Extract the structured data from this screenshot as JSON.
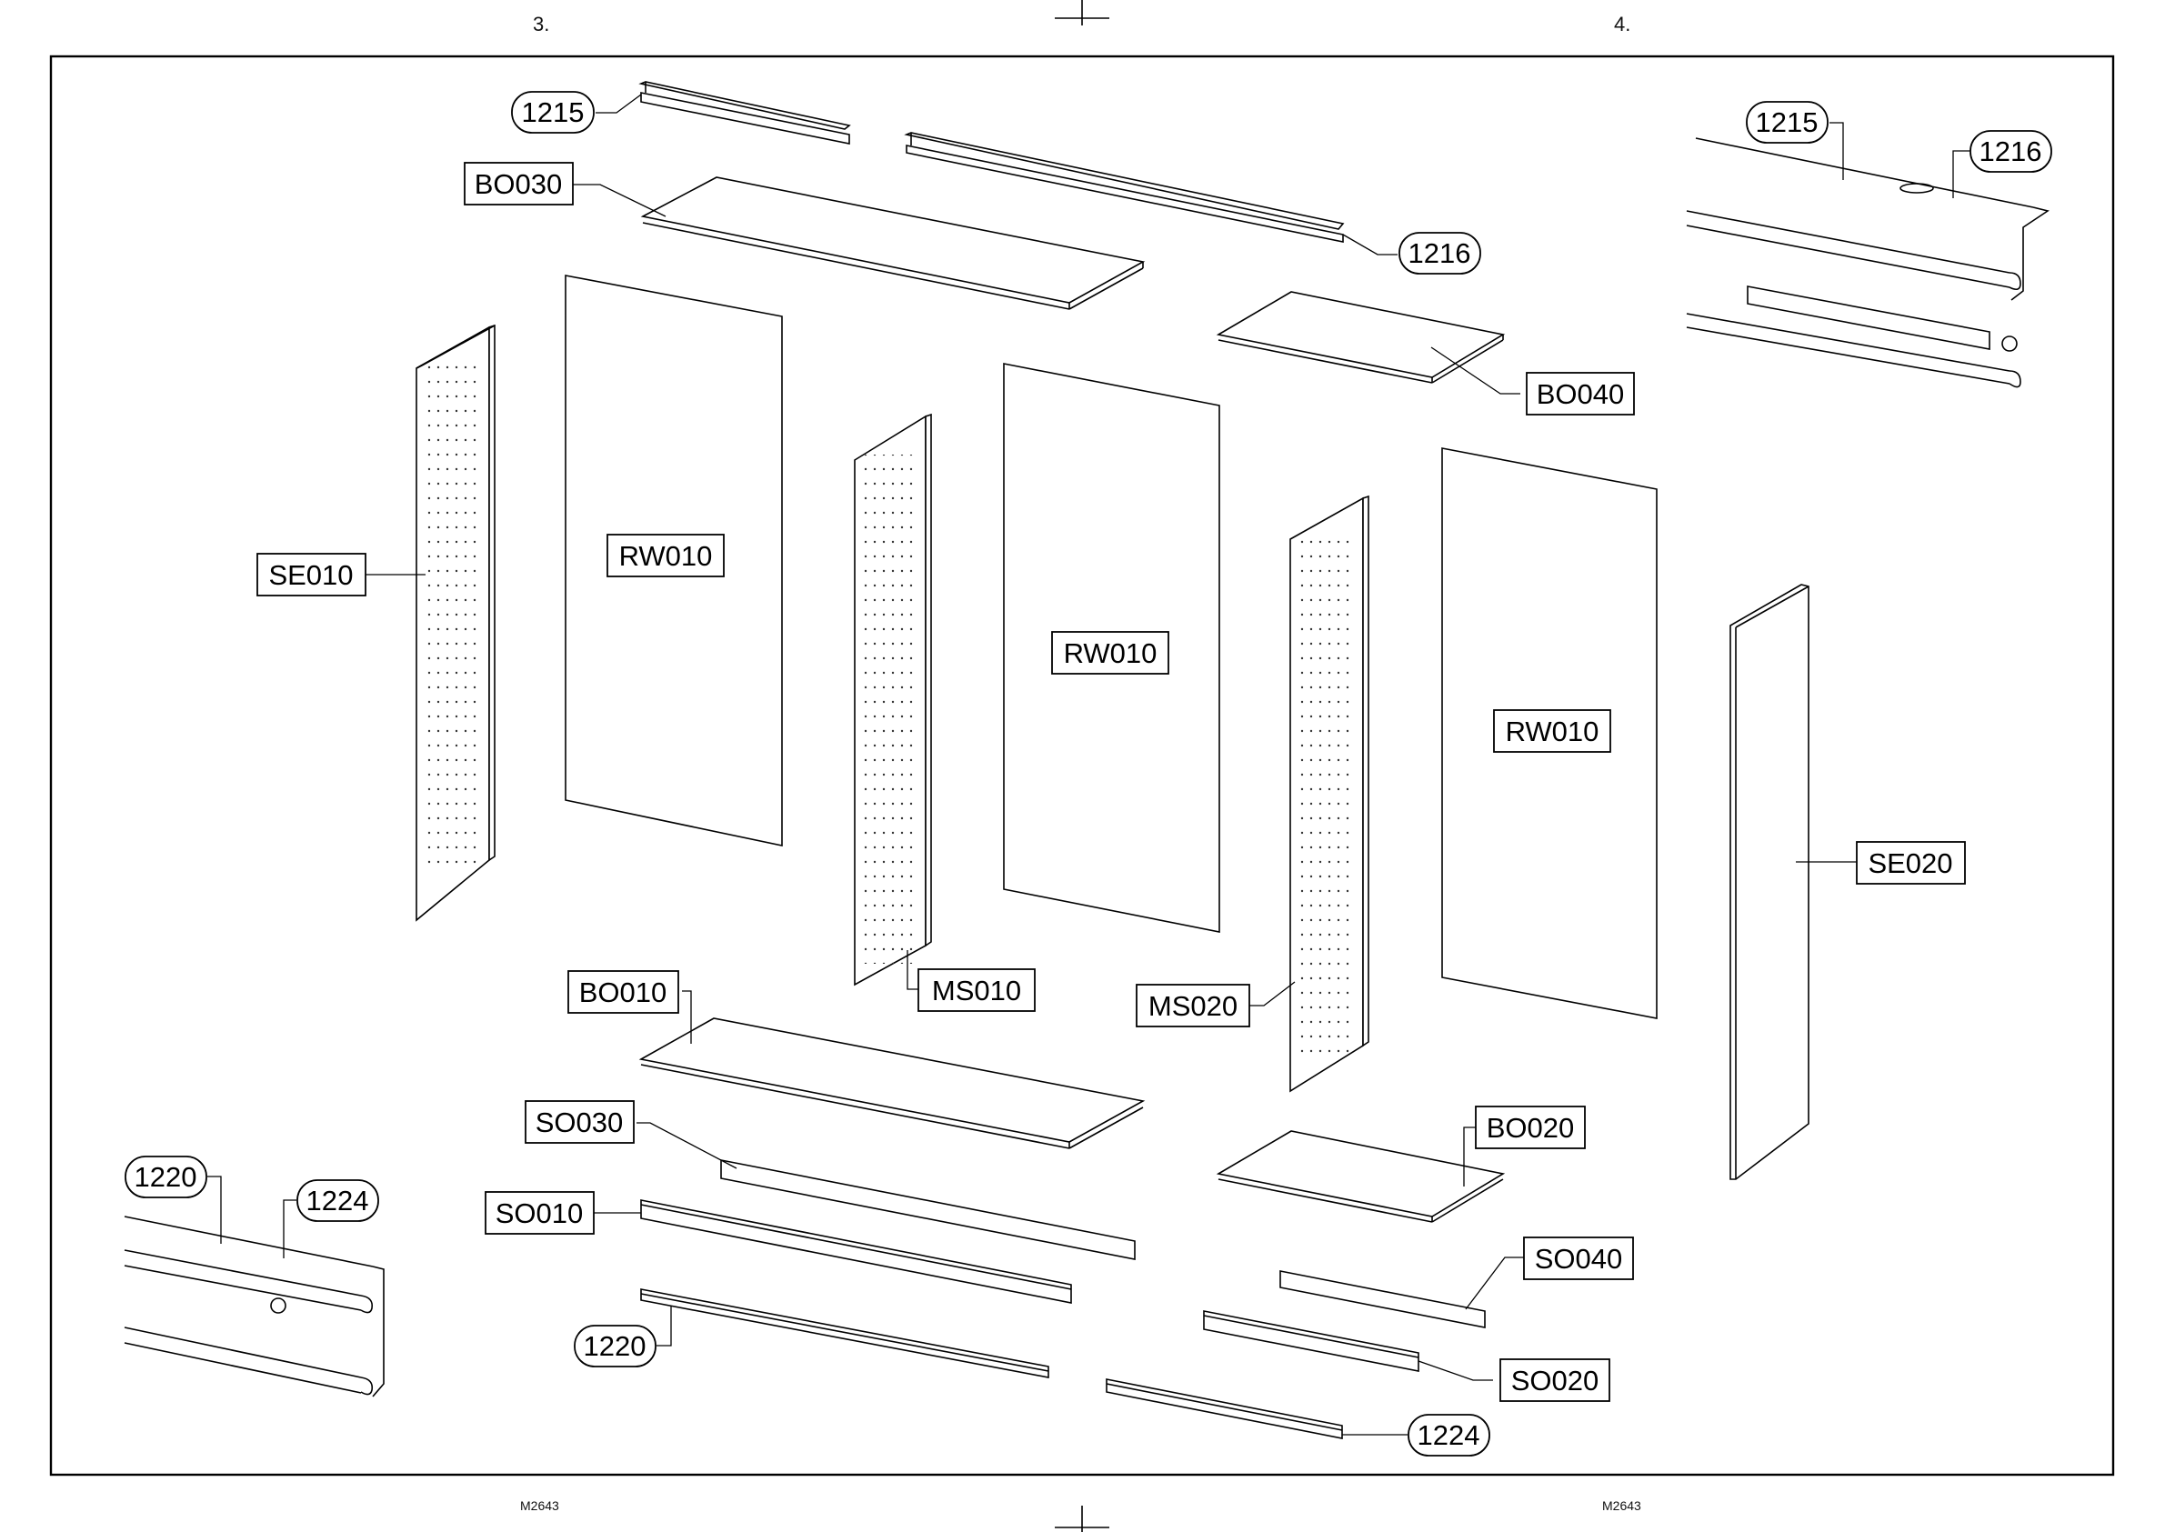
{
  "sheet": {
    "left_page_number": "3.",
    "right_page_number": "4.",
    "left_drawing_code": "M2643",
    "right_drawing_code": "M2643"
  },
  "labels": {
    "bo030": "BO030",
    "bo040": "BO040",
    "bo010": "BO010",
    "bo020": "BO020",
    "se010": "SE010",
    "se020": "SE020",
    "rw010_a": "RW010",
    "rw010_b": "RW010",
    "rw010_c": "RW010",
    "ms010": "MS010",
    "ms020": "MS020",
    "so030": "SO030",
    "so010": "SO010",
    "so040": "SO040",
    "so020": "SO020",
    "h1215_a": "1215",
    "h1216_a": "1216",
    "h1215_b": "1215",
    "h1216_b": "1216",
    "h1220_a": "1220",
    "h1224_a": "1224",
    "h1220_b": "1220",
    "h1224_b": "1224"
  }
}
